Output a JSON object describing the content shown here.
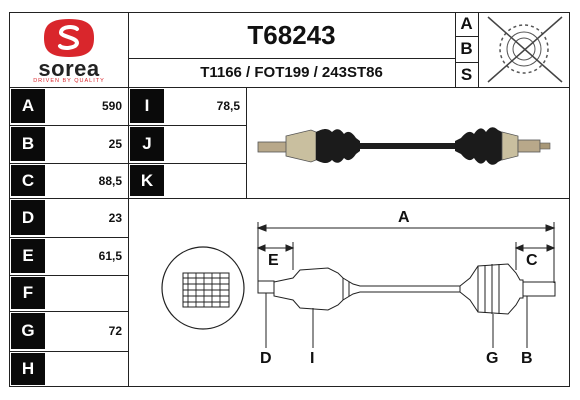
{
  "brand": {
    "name": "sorea",
    "tagline": "DRIVEN BY QUALITY",
    "color": "#d9262c"
  },
  "header": {
    "part_number": "T68243",
    "references": "T1166 / FOT199 / 243ST86",
    "abs_letters": [
      "A",
      "B",
      "S"
    ]
  },
  "specs_left": [
    {
      "label": "A",
      "value": "590"
    },
    {
      "label": "B",
      "value": "25"
    },
    {
      "label": "C",
      "value": "88,5"
    },
    {
      "label": "D",
      "value": "23"
    },
    {
      "label": "E",
      "value": "61,5"
    },
    {
      "label": "F",
      "value": ""
    },
    {
      "label": "G",
      "value": "72"
    },
    {
      "label": "H",
      "value": ""
    }
  ],
  "specs_mid": [
    {
      "label": "I",
      "value": "78,5"
    },
    {
      "label": "J",
      "value": ""
    },
    {
      "label": "K",
      "value": ""
    }
  ],
  "diagram": {
    "labels": {
      "A": "A",
      "E": "E",
      "C": "C",
      "D": "D",
      "I": "I",
      "G": "G",
      "B": "B"
    }
  }
}
